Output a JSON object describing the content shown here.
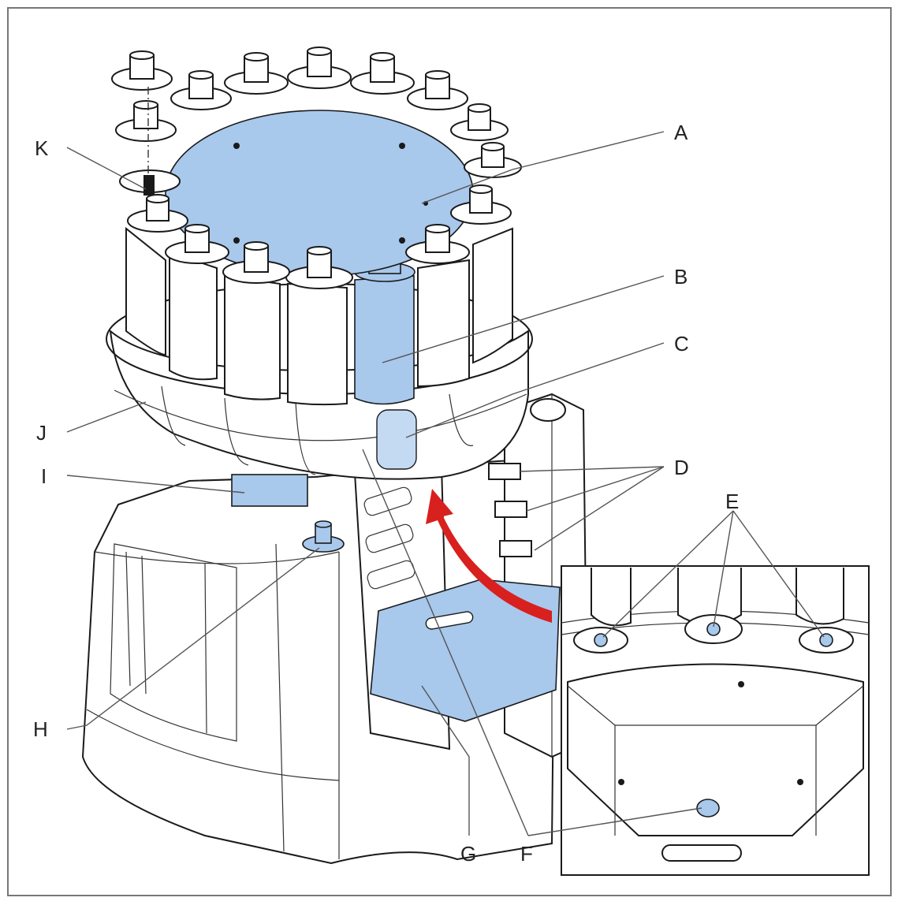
{
  "labels": {
    "A": "A",
    "B": "B",
    "C": "C",
    "D": "D",
    "E": "E",
    "F": "F",
    "G": "G",
    "H": "H",
    "I": "I",
    "J": "J",
    "K": "K"
  },
  "colors": {
    "highlight": "#a8c8ec",
    "highlight_light": "#c4daf2",
    "arrow": "#d8201e",
    "frame": "#777777"
  }
}
